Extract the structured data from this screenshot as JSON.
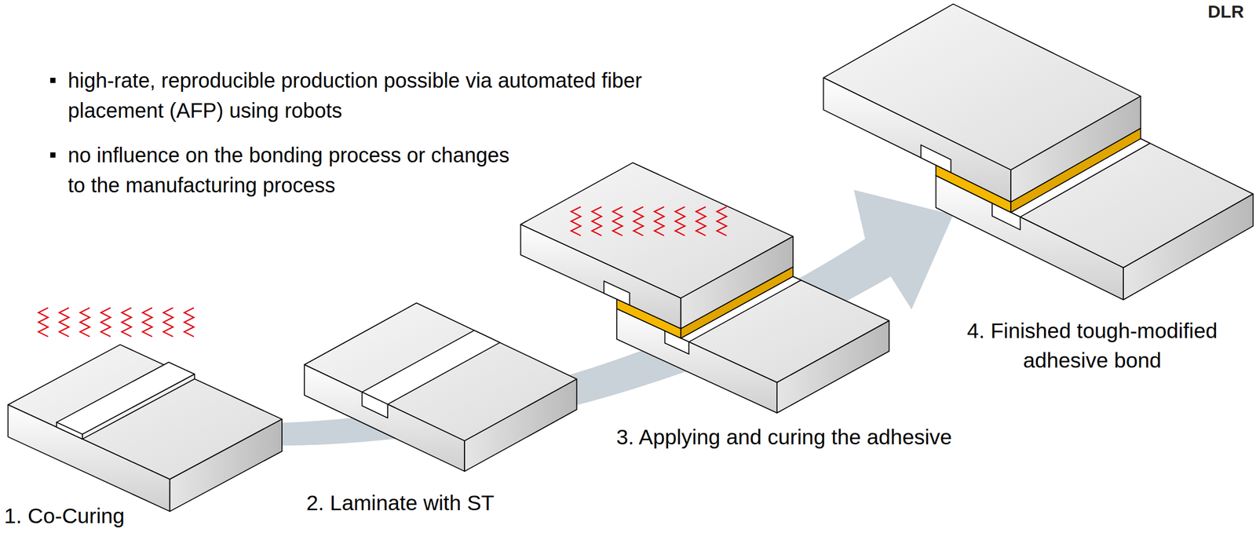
{
  "diagram": {
    "labels": [
      "high-rate, reproducible production possible via automated fiber placement (AFP) using robots",
      "no influence on the bonding process or changes to the manufacturing process",
      "1. Co-Curing",
      "2. Laminate with ST",
      "3. Applying and curing the adhesive",
      "4. Finished tough-modified adhesive bond",
      "DLR"
    ]
  }
}
